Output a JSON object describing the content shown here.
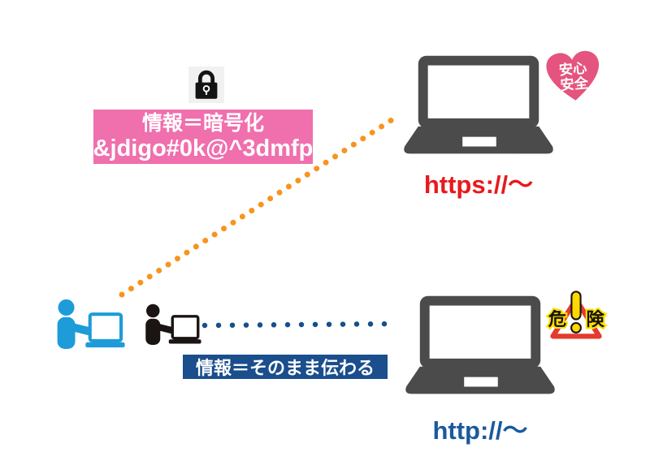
{
  "https_flow": {
    "encryption_label": "情報＝暗号化",
    "encrypted_text": "&jdigo#0k@^3dmfp",
    "url": "https://～",
    "safety_badge": {
      "line1": "安心",
      "line2": "安全"
    }
  },
  "http_flow": {
    "plain_label": "情報＝そのまま伝わる",
    "url": "http://～",
    "danger_badge": {
      "left_char": "危",
      "right_char": "険"
    }
  },
  "icons": {
    "lock": "padlock",
    "https_user": "person-at-laptop",
    "http_user": "person-at-laptop",
    "https_server": "laptop",
    "http_server": "laptop",
    "safety": "heart-badge",
    "danger": "warning-triangle-badge"
  },
  "colors": {
    "encryption_box": "#F06FAD",
    "plain_box": "#1A4E8C",
    "https_url": "#E8191C",
    "http_url": "#1A5A9E",
    "encrypted_dots": "#F7941E",
    "plain_dots": "#14508C",
    "heart_pink": "#E4547E",
    "danger_red": "#E33B2E",
    "danger_yellow": "#FFD800",
    "laptop_gray": "#4B4B4B",
    "user_blue": "#1D9CD9",
    "user_black": "#1A1412",
    "lock_background": "#F1F1F2"
  }
}
